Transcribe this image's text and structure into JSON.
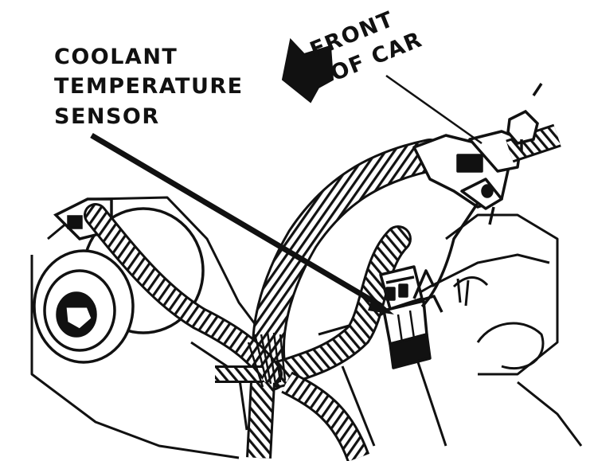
{
  "labels": {
    "sensor_line1": "COOLANT",
    "sensor_line2": "TEMPERATURE",
    "sensor_line3": "SENSOR",
    "front_line1": "FRONT",
    "front_line2": "OF CAR"
  },
  "colors": {
    "ink": "#111111",
    "paper": "#ffffff"
  }
}
